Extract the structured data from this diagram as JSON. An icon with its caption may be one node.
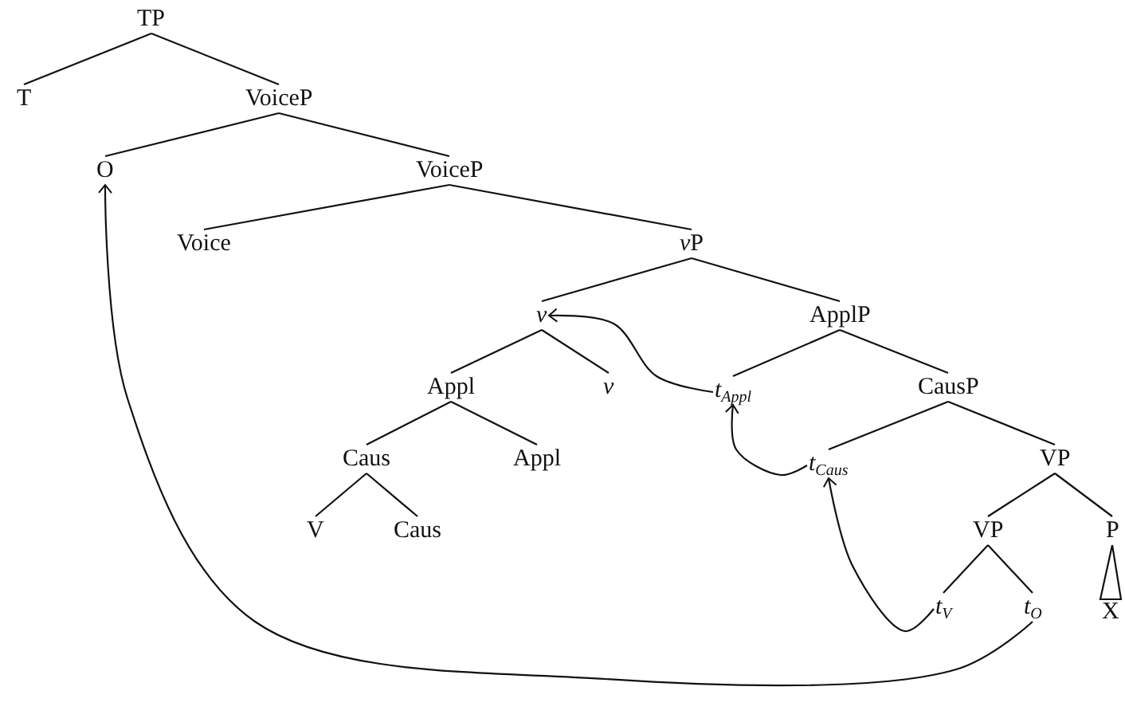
{
  "diagram": {
    "nodes": [
      {
        "text": [
          "TP"
        ]
      },
      {
        "text": [
          "T"
        ]
      },
      {
        "text": [
          "VoiceP"
        ]
      },
      {
        "text": [
          "O"
        ]
      },
      {
        "text": [
          "VoiceP"
        ]
      },
      {
        "text": [
          "Voice"
        ]
      },
      {
        "text": [
          "vP"
        ]
      },
      {
        "text": [
          "v"
        ]
      },
      {
        "text": [
          "ApplP"
        ]
      },
      {
        "text": [
          "Appl"
        ]
      },
      {
        "text": [
          "v"
        ]
      },
      {
        "text": [
          "t$_{Appl}$"
        ]
      },
      {
        "text": [
          "CausP"
        ]
      },
      {
        "text": [
          "Caus"
        ]
      },
      {
        "text": [
          "Appl"
        ]
      },
      {
        "text": [
          "t$_{Caus}$"
        ]
      },
      {
        "text": [
          "VP"
        ]
      },
      {
        "text": [
          "V"
        ]
      },
      {
        "text": [
          "Caus"
        ]
      },
      {
        "text": [
          "VP"
        ]
      },
      {
        "text": [
          "P"
        ]
      },
      {
        "text": [
          "t$_{V}$"
        ]
      },
      {
        "text": [
          "t$_{O}$"
        ]
      },
      {
        "text": [
          "X"
        ]
      }
    ],
    "edges": [
      {
        "from": 0,
        "to": 1,
        "arrow": "none"
      },
      {
        "from": 0,
        "to": 2,
        "arrow": "none"
      },
      {
        "from": 2,
        "to": 3,
        "arrow": "none"
      },
      {
        "from": 2,
        "to": 4,
        "arrow": "none"
      },
      {
        "from": 4,
        "to": 5,
        "arrow": "none"
      },
      {
        "from": 4,
        "to": 6,
        "arrow": "none"
      },
      {
        "from": 6,
        "to": 7,
        "arrow": "none"
      },
      {
        "from": 6,
        "to": 8,
        "arrow": "none"
      },
      {
        "from": 7,
        "to": 9,
        "arrow": "none"
      },
      {
        "from": 7,
        "to": 10,
        "arrow": "none"
      },
      {
        "from": 8,
        "to": 11,
        "arrow": "none"
      },
      {
        "from": 8,
        "to": 12,
        "arrow": "none"
      },
      {
        "from": 9,
        "to": 13,
        "arrow": "none"
      },
      {
        "from": 9,
        "to": 14,
        "arrow": "none"
      },
      {
        "from": 12,
        "to": 15,
        "arrow": "none"
      },
      {
        "from": 12,
        "to": 16,
        "arrow": "none"
      },
      {
        "from": 13,
        "to": 17,
        "arrow": "none"
      },
      {
        "from": 13,
        "to": 18,
        "arrow": "none"
      },
      {
        "from": 16,
        "to": 19,
        "arrow": "none"
      },
      {
        "from": 16,
        "to": 20,
        "arrow": "none"
      },
      {
        "from": 19,
        "to": 21,
        "arrow": "none"
      },
      {
        "from": 19,
        "to": 22,
        "arrow": "none"
      },
      {
        "from": 20,
        "to": 23,
        "arrow": "none"
      },
      {
        "from": 11,
        "to": 7,
        "arrow": "to"
      },
      {
        "from": 15,
        "to": 11,
        "arrow": "to"
      },
      {
        "from": 21,
        "to": 15,
        "arrow": "to"
      },
      {
        "from": 22,
        "to": 3,
        "arrow": "to"
      }
    ]
  }
}
